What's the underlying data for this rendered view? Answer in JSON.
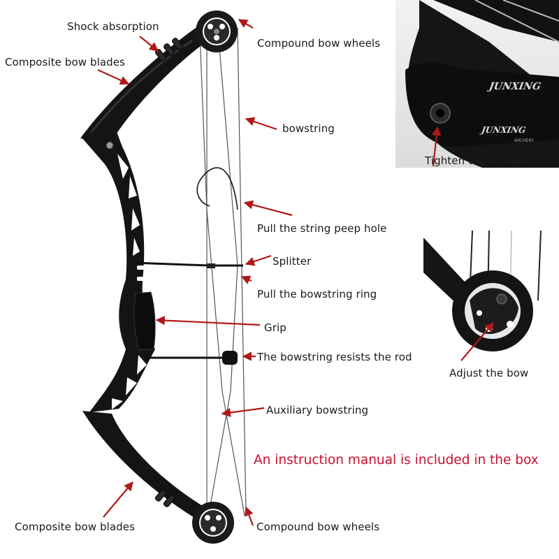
{
  "labels": {
    "shock_absorption": "Shock absorption",
    "composite_blades_top": "Composite bow blades",
    "wheels_top": "Compound bow wheels",
    "bowstring": "bowstring",
    "peep_hole": "Pull the string peep hole",
    "splitter": "Splitter",
    "bowstring_ring": "Pull the bowstring ring",
    "grip": "Grip",
    "resists_rod": "The bowstring resists the rod",
    "auxiliary_bowstring": "Auxiliary bowstring",
    "composite_blades_bottom": "Composite bow blades",
    "wheels_bottom": "Compound bow wheels",
    "tighten_screws": "Tighten the screws",
    "adjust_bow": "Adjust the bow"
  },
  "note": "An instruction manual is included in the box",
  "brand": {
    "logo_top": "JUNXING",
    "logo_sub": "ARCHERY"
  },
  "colors": {
    "arrow": "#b01818",
    "note": "#c8102e",
    "bow": "#141414"
  }
}
